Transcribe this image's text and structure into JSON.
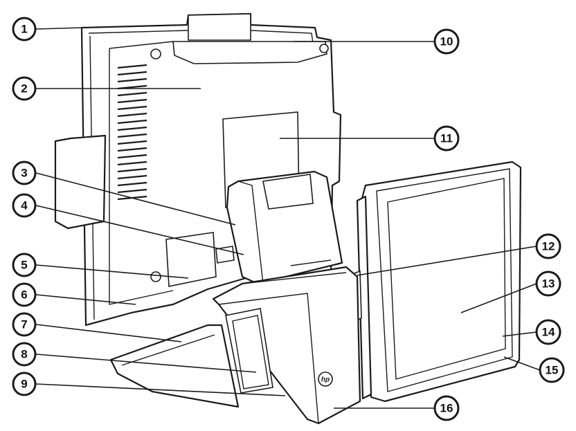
{
  "callouts": [
    {
      "id": "callout-1",
      "label": "1"
    },
    {
      "id": "callout-2",
      "label": "2"
    },
    {
      "id": "callout-3",
      "label": "3"
    },
    {
      "id": "callout-4",
      "label": "4"
    },
    {
      "id": "callout-5",
      "label": "5"
    },
    {
      "id": "callout-6",
      "label": "6"
    },
    {
      "id": "callout-7",
      "label": "7"
    },
    {
      "id": "callout-8",
      "label": "8"
    },
    {
      "id": "callout-9",
      "label": "9"
    },
    {
      "id": "callout-10",
      "label": "10"
    },
    {
      "id": "callout-11",
      "label": "11"
    },
    {
      "id": "callout-12",
      "label": "12"
    },
    {
      "id": "callout-13",
      "label": "13"
    },
    {
      "id": "callout-14",
      "label": "14"
    },
    {
      "id": "callout-15",
      "label": "15"
    },
    {
      "id": "callout-16",
      "label": "16"
    }
  ],
  "colors": {
    "line": "#1a1a1a",
    "background": "#ffffff"
  },
  "icons": {
    "logo": "hp-logo-icon"
  }
}
